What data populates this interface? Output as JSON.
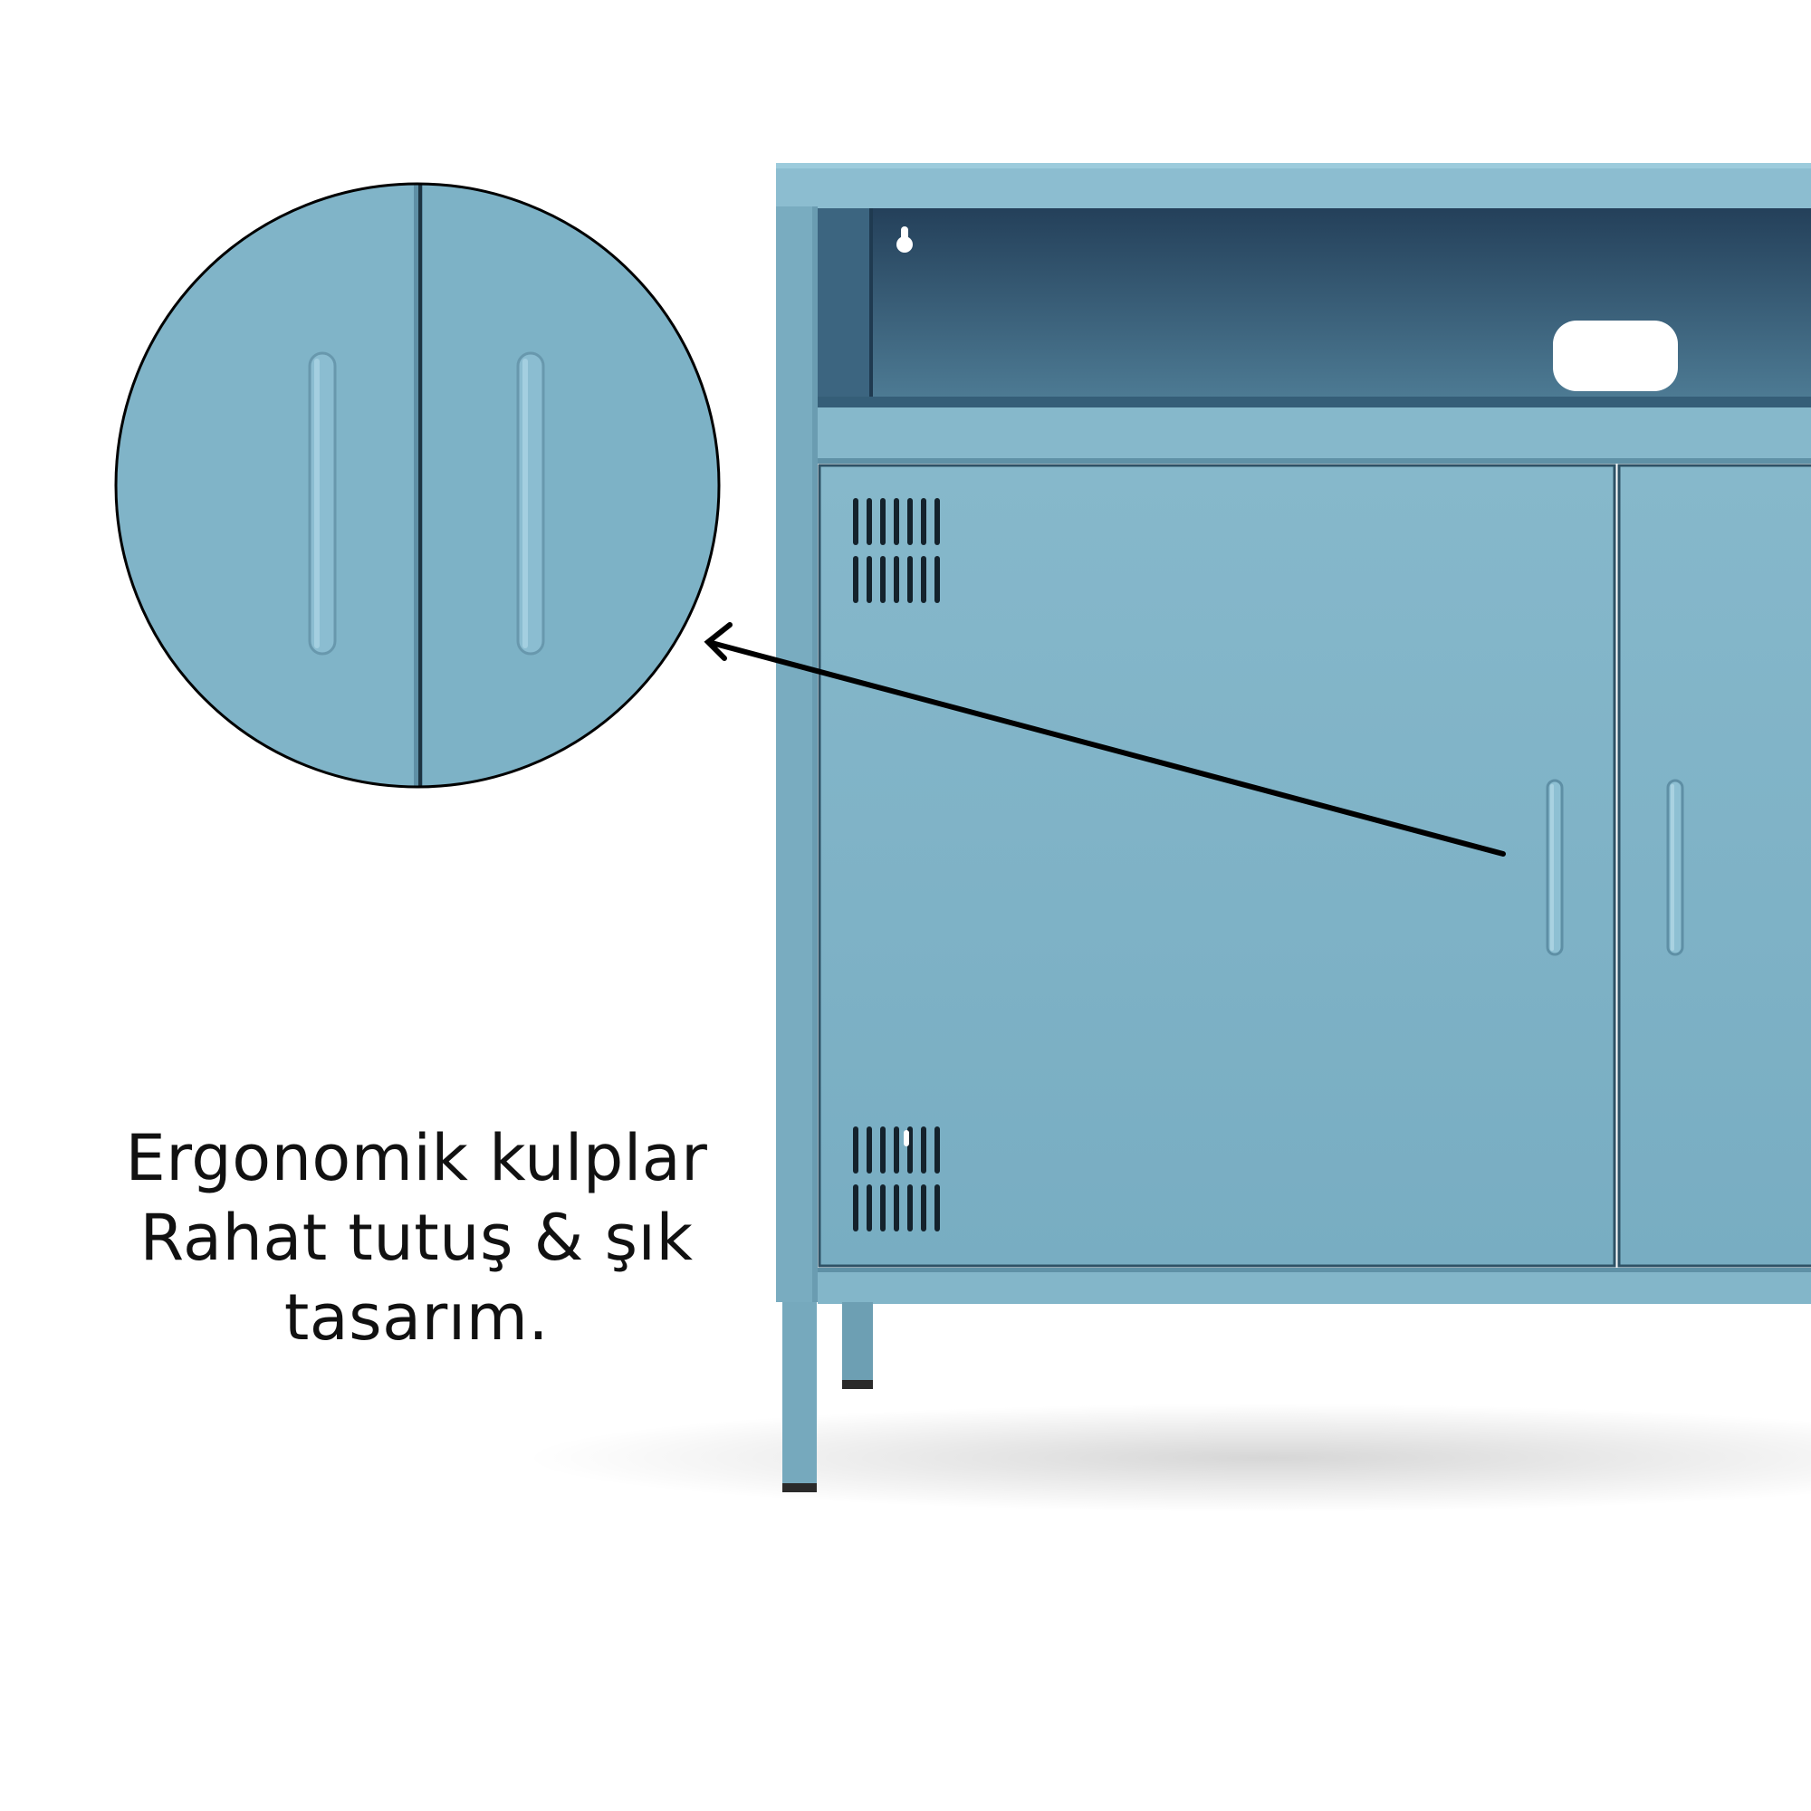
{
  "caption": {
    "line1": "Ergonomik kulplar",
    "line2": "Rahat tutuş & şık",
    "line3": "tasarım."
  },
  "colors": {
    "cabinet": "#7fb2c6",
    "cabinet_light": "#8cbdd0",
    "cabinet_dark": "#6a9db2",
    "shelf_interior_top": "#26425a",
    "shelf_interior_bottom": "#4f7d96",
    "outline": "#000000",
    "background": "#ffffff"
  },
  "icons": [
    "magnifier-callout",
    "arrow-pointer"
  ]
}
